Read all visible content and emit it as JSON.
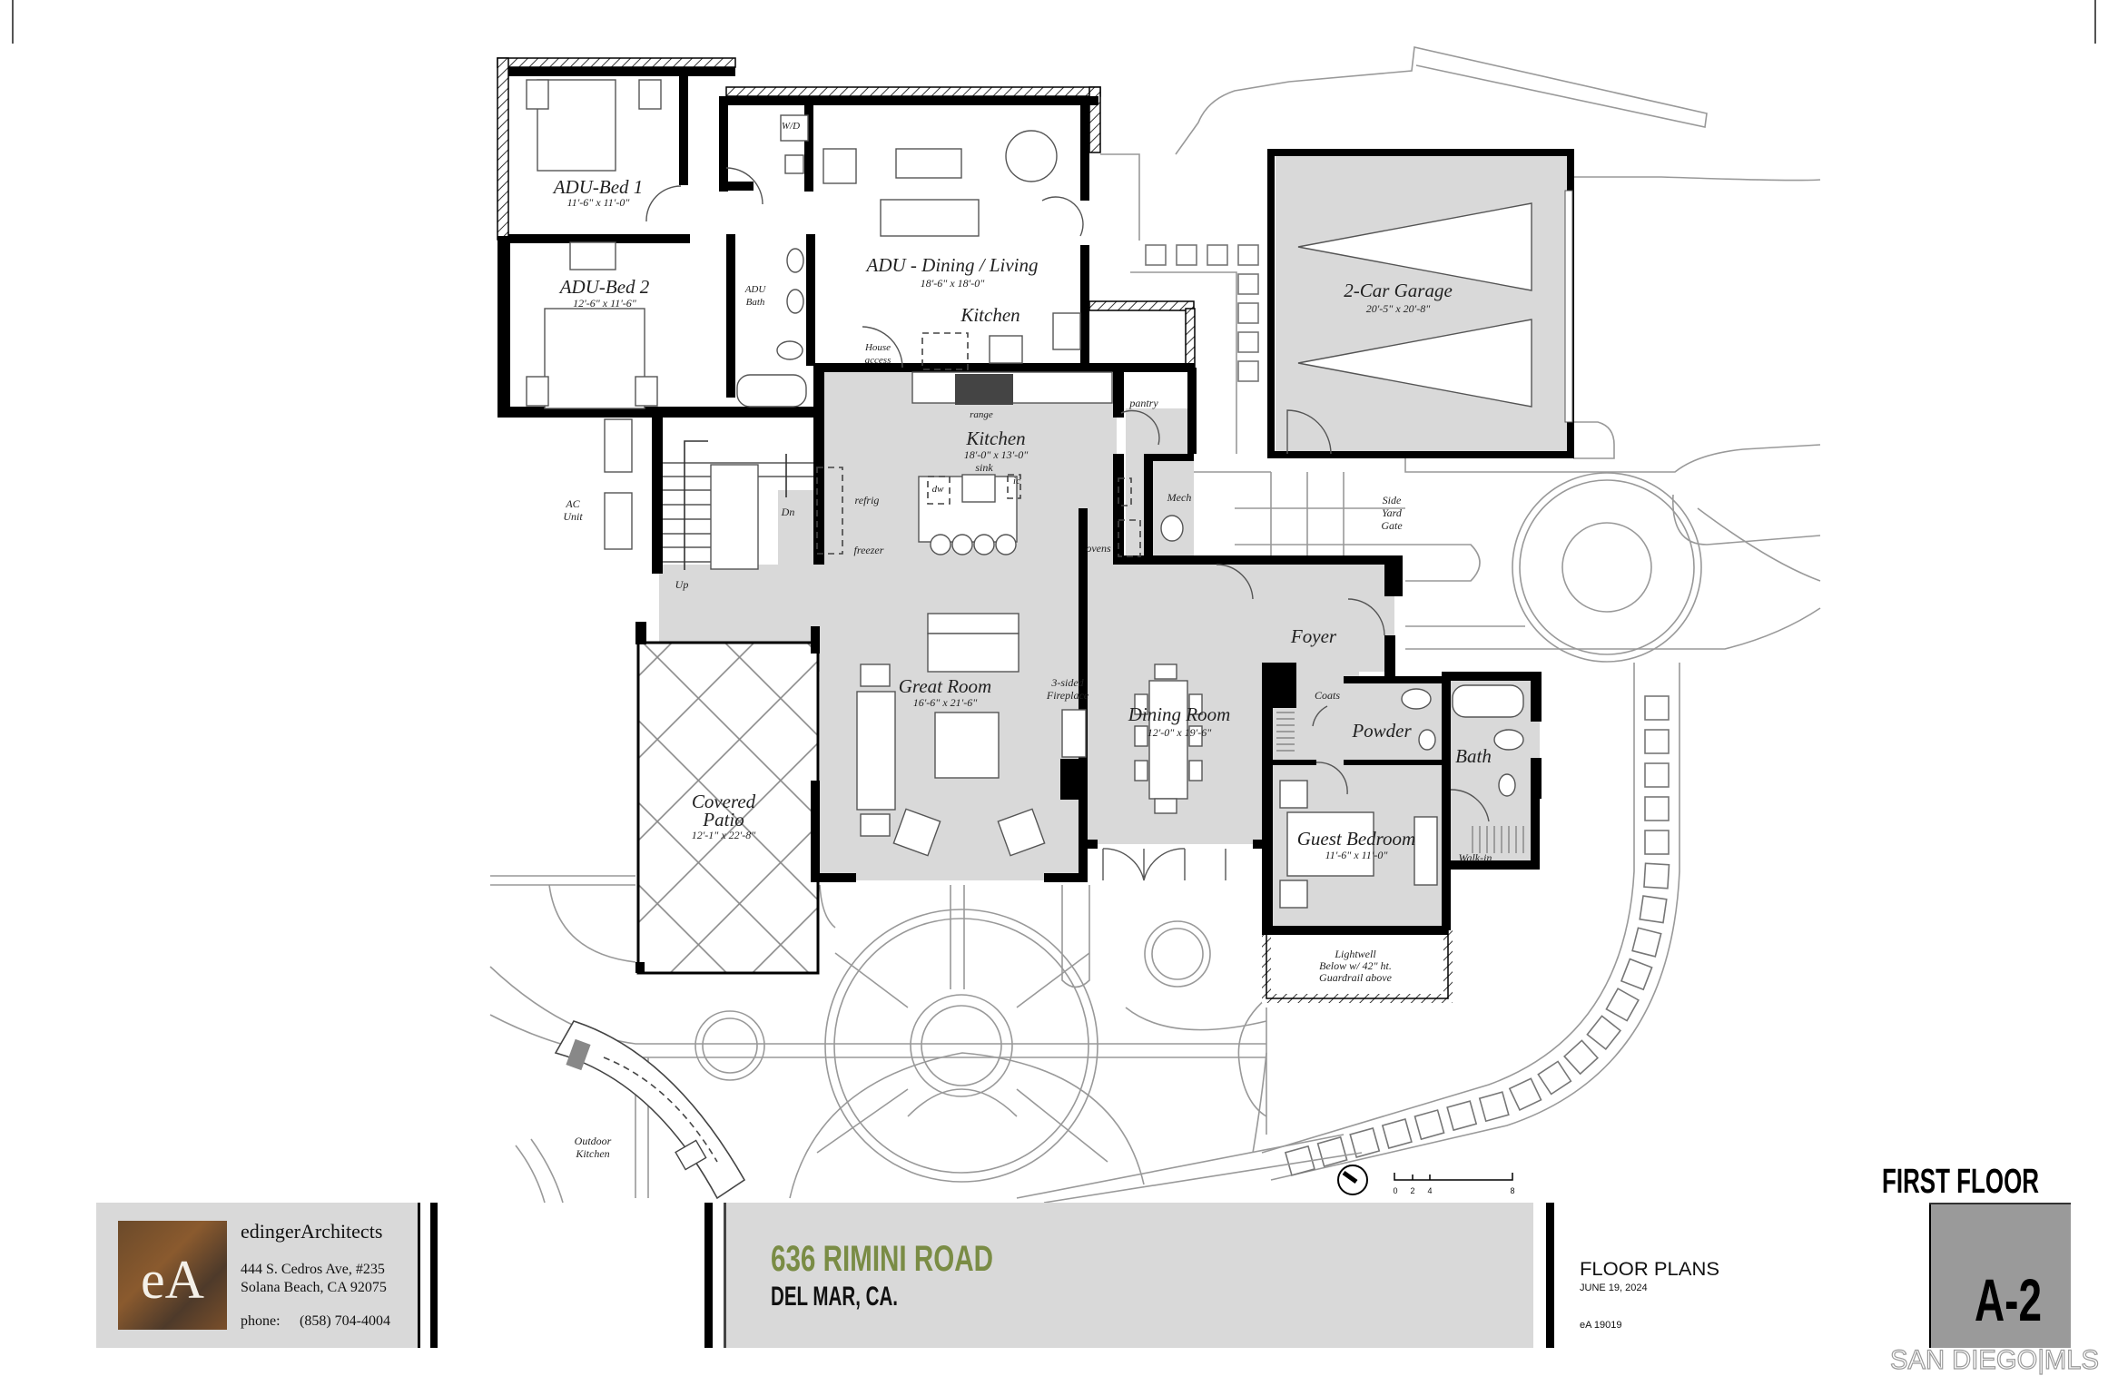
{
  "plan": {
    "rooms": [
      {
        "name": "ADU-Bed 1",
        "dims": "11'-6\" x 11'-0\""
      },
      {
        "name": "ADU-Bed 2",
        "dims": "12'-6\" x 11'-6\""
      },
      {
        "name": "ADU - Dining / Living",
        "dims": "18'-6\" x 18'-0\""
      },
      {
        "name": "Kitchen",
        "dims": "18'-0\" x 13'-0\""
      },
      {
        "name": "Great Room",
        "dims": "16'-6\" x 21'-6\""
      },
      {
        "name": "Dining Room",
        "dims": "12'-0\" x 19'-6\""
      },
      {
        "name": "Covered",
        "name2": "Patio",
        "dims": "12'-1\" x 22'-8\""
      },
      {
        "name": "Guest Bedroom",
        "dims": "11'-6\" x 11'-0\""
      },
      {
        "name": "2-Car Garage",
        "dims": "20'-5\" x 20'-8\""
      }
    ],
    "labels": {
      "wd": "W/D",
      "adu_bath_1": "ADU",
      "adu_bath_2": "Bath",
      "adu_kitchen": "Kitchen",
      "house_access_1": "House",
      "house_access_2": "access",
      "range": "range",
      "pantry": "pantry",
      "sink": "sink",
      "dw": "dw",
      "ic": "ic",
      "refrig": "refrig",
      "freezer": "freezer",
      "ovens": "ovens",
      "mech": "Mech",
      "side_yard_gate_1": "Side",
      "side_yard_gate_2": "Yard",
      "side_yard_gate_3": "Gate",
      "ac_unit_1": "AC",
      "ac_unit_2": "Unit",
      "up": "Up",
      "dn": "Dn",
      "foyer": "Foyer",
      "coats": "Coats",
      "powder": "Powder",
      "bath": "Bath",
      "fireplace_1": "3-sided",
      "fireplace_2": "Fireplace",
      "walk_in": "Walk-in",
      "lightwell_1": "Lightwell",
      "lightwell_2": "Below w/ 42\" ht.",
      "lightwell_3": "Guardrail above",
      "outdoor_kitchen_1": "Outdoor",
      "outdoor_kitchen_2": "Kitchen"
    },
    "scale_ticks": [
      "0",
      "2",
      "4",
      "8"
    ]
  },
  "title_block": {
    "logo_text": "eA",
    "firm": "edingerArchitects",
    "address_1": "444 S. Cedros Ave,  #235",
    "address_2": "Solana Beach, CA  92075",
    "phone_label": "phone:",
    "phone": "(858) 704-4004",
    "project_address": "636 RIMINI ROAD",
    "project_city": "DEL MAR, CA.",
    "sheet_title": "FLOOR PLANS",
    "date": "JUNE 19, 2024",
    "job_number": "eA 19019",
    "floor": "FIRST FLOOR",
    "sheet_number": "A-2"
  },
  "watermark": "SAN DIEGO|MLS",
  "colors": {
    "project_green": "#7a8c45",
    "floor_gray": "#d9d9d9",
    "sheet_box": "#9a9a9a"
  }
}
